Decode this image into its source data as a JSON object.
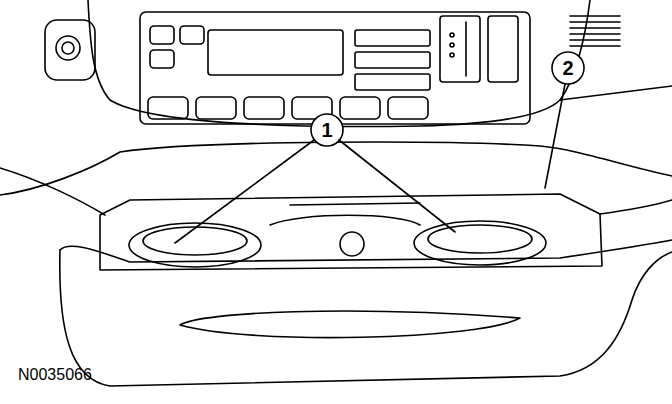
{
  "diagram": {
    "labels": [
      "1",
      "2",
      "N0035066"
    ]
  }
}
